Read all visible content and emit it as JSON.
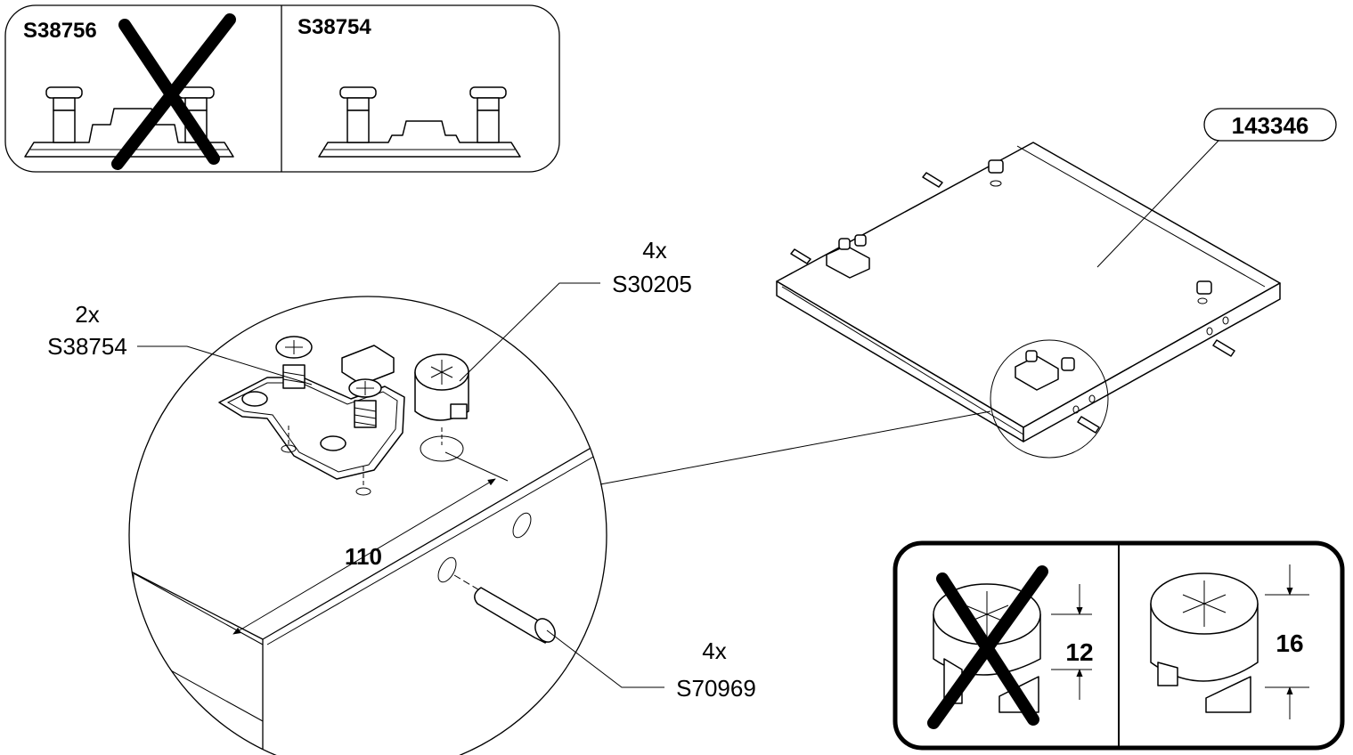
{
  "top_panel": {
    "wrong_code": "S38756",
    "right_code": "S38754"
  },
  "board": {
    "code": "143346"
  },
  "detail": {
    "plate_qty": "2x",
    "plate_code": "S38754",
    "cam_qty": "4x",
    "cam_code": "S30205",
    "dowel_qty": "4x",
    "dowel_code": "S70969",
    "dimension": "110"
  },
  "cam_panel": {
    "wrong_height": "12",
    "right_height": "16"
  },
  "colors": {
    "ink": "#000000",
    "paper": "#ffffff"
  }
}
